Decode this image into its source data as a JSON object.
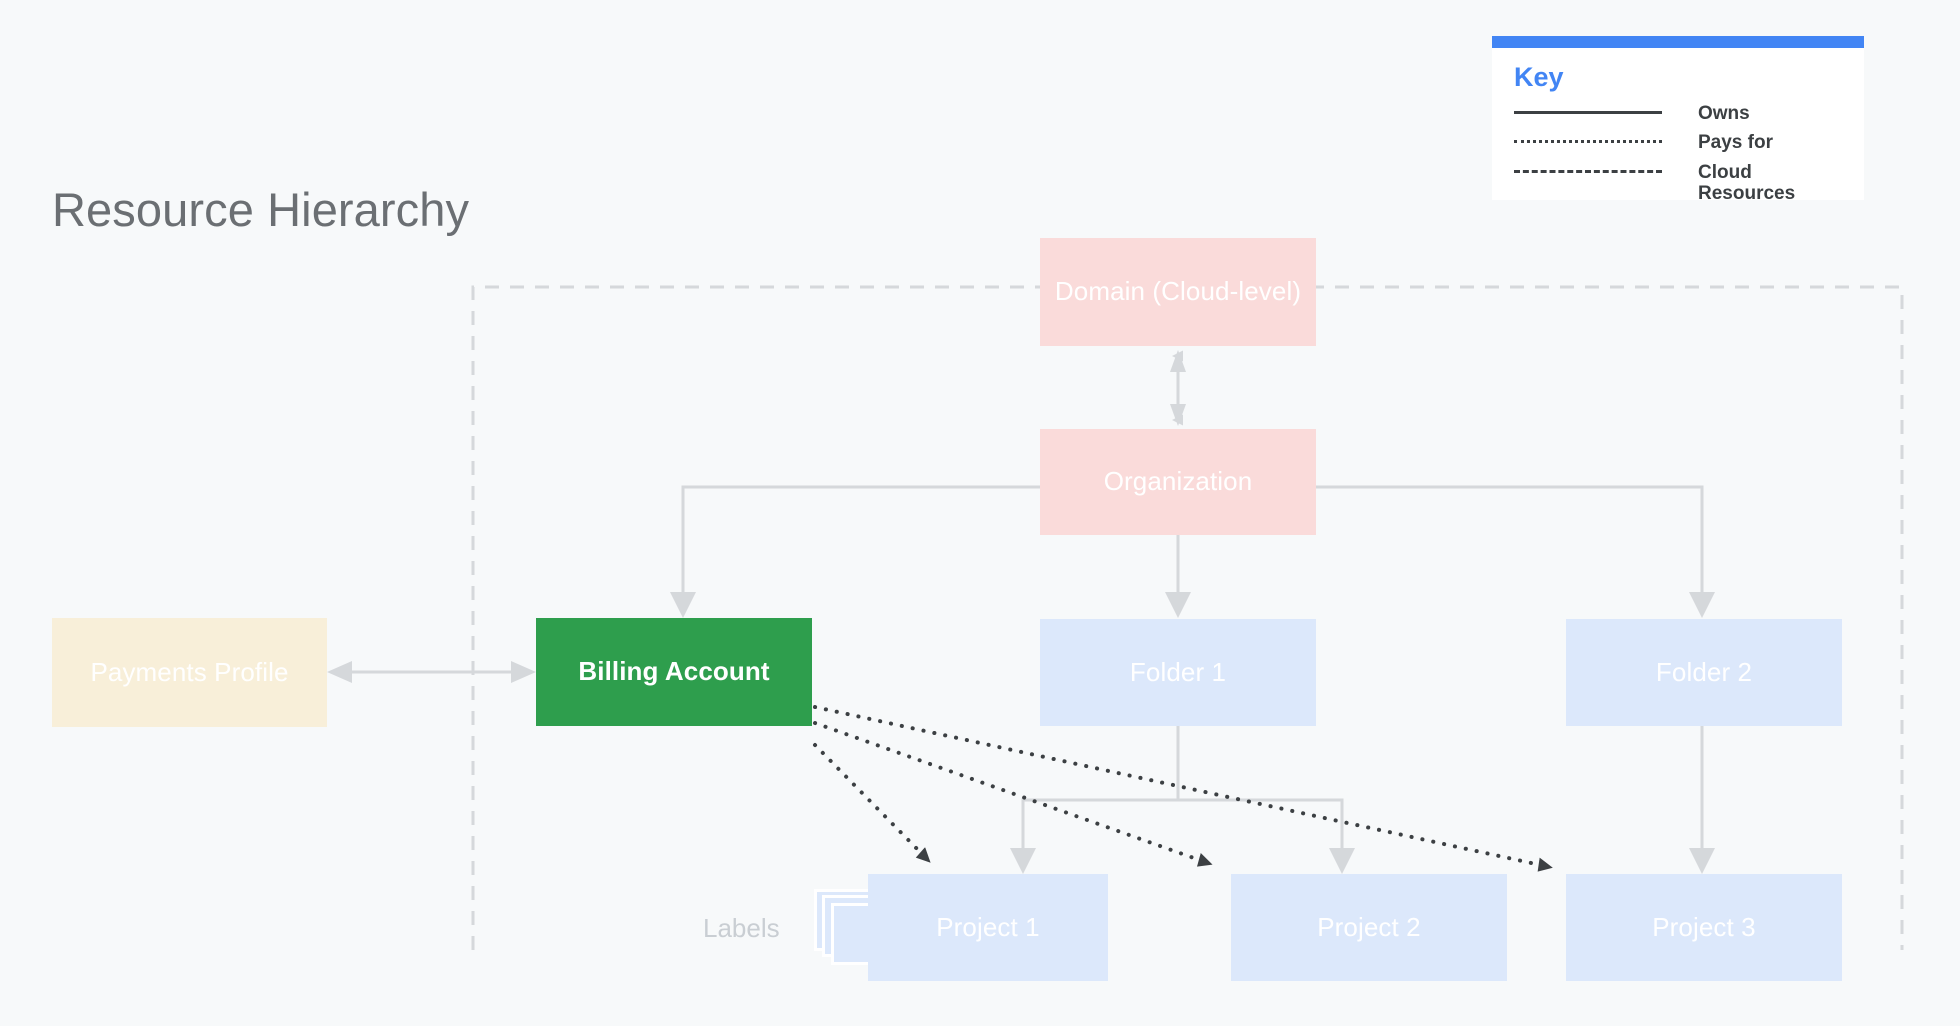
{
  "page": {
    "title": "Resource Hierarchy",
    "background_color": "#f7f9fa"
  },
  "colors": {
    "accent_blue": "#4285f4",
    "pink_node": "#fadbda",
    "blue_node": "#dce8fb",
    "cream_node": "#f8efd9",
    "green_node": "#2e9e4d",
    "edge_gray": "#d5d8db",
    "dotted_black": "#3c4043",
    "title_gray": "#6b6f73"
  },
  "key": {
    "title": "Key",
    "entries": [
      {
        "style": "solid",
        "label": "Owns"
      },
      {
        "style": "dotted",
        "label": "Pays for"
      },
      {
        "style": "dashed",
        "label": "Cloud Resources"
      }
    ]
  },
  "nodes": {
    "domain": "Domain (Cloud-level)",
    "organization": "Organization",
    "payments_profile": "Payments Profile",
    "billing_account": "Billing Account",
    "folder_1": "Folder 1",
    "folder_2": "Folder 2",
    "project_1": "Project 1",
    "project_2": "Project 2",
    "project_3": "Project 3",
    "labels": "Labels"
  },
  "relationships": [
    {
      "from": "Domain (Cloud-level)",
      "to": "Organization",
      "type": "Owns",
      "bidirectional": true
    },
    {
      "from": "Organization",
      "to": "Billing Account",
      "type": "Owns"
    },
    {
      "from": "Organization",
      "to": "Folder 1",
      "type": "Owns"
    },
    {
      "from": "Organization",
      "to": "Folder 2",
      "type": "Owns"
    },
    {
      "from": "Payments Profile",
      "to": "Billing Account",
      "type": "Owns",
      "bidirectional": true
    },
    {
      "from": "Folder 1",
      "to": "Project 1",
      "type": "Owns"
    },
    {
      "from": "Folder 1",
      "to": "Project 2",
      "type": "Owns"
    },
    {
      "from": "Folder 2",
      "to": "Project 3",
      "type": "Owns"
    },
    {
      "from": "Billing Account",
      "to": "Project 1",
      "type": "Pays for"
    },
    {
      "from": "Billing Account",
      "to": "Project 2",
      "type": "Pays for"
    },
    {
      "from": "Billing Account",
      "to": "Project 3",
      "type": "Pays for"
    }
  ],
  "cloud_resources_boundary": "Cloud Resources"
}
